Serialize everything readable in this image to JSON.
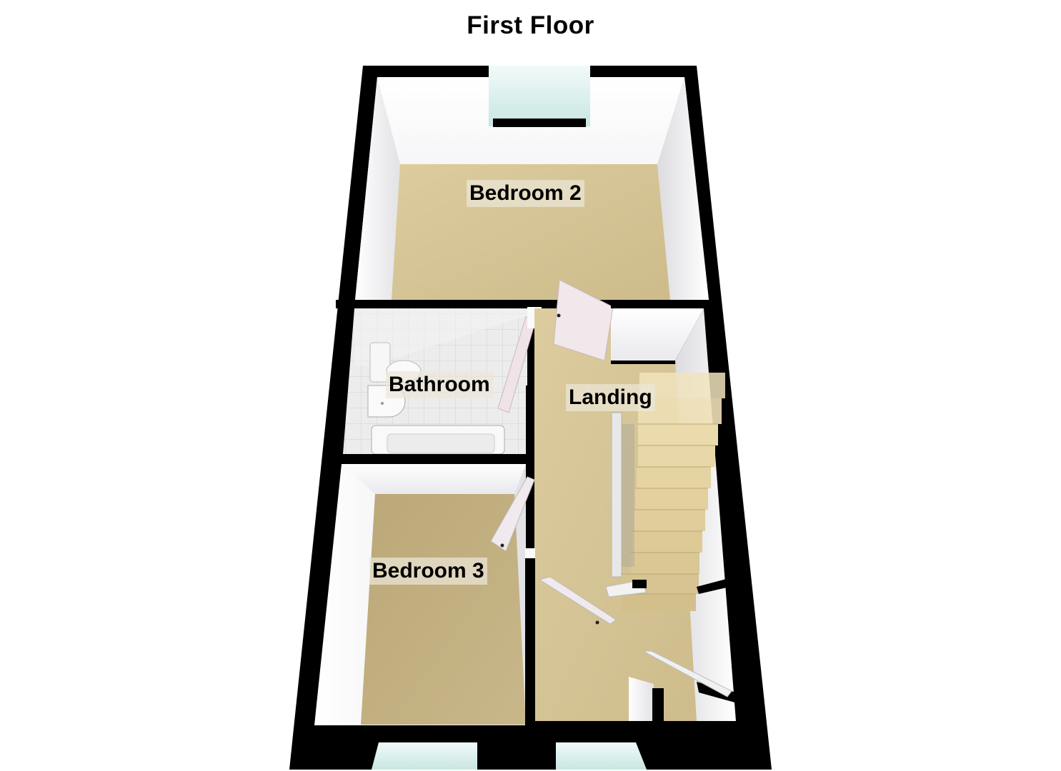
{
  "title": "First Floor",
  "rooms": [
    {
      "id": "bedroom-2",
      "label": "Bedroom 2"
    },
    {
      "id": "bathroom",
      "label": "Bathroom"
    },
    {
      "id": "landing",
      "label": "Landing"
    },
    {
      "id": "bedroom-3",
      "label": "Bedroom 3"
    }
  ],
  "colors": {
    "wall": "#000000",
    "wall_face": "#f2f2f2",
    "carpet": "#d6c596",
    "carpet_dark": "#b9a678",
    "tile": "#e6e6e6",
    "window_glass": "#dff2f0",
    "stair": "#e9d7a4",
    "door": "#efe6ea"
  }
}
